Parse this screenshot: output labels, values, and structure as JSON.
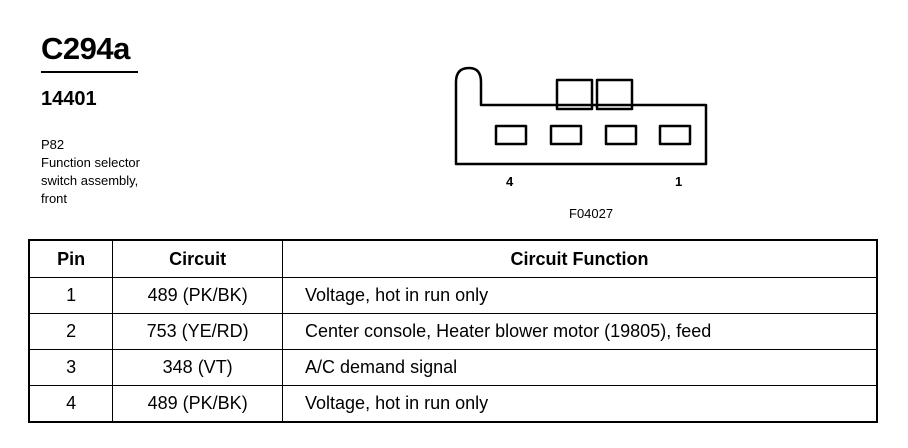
{
  "header": {
    "connector_id": "C294a",
    "part_number": "14401",
    "description_lines": [
      "P82",
      "Function selector",
      "switch assembly,",
      "front"
    ]
  },
  "diagram": {
    "pin_label_left": "4",
    "pin_label_right": "1",
    "figure_code": "F04027"
  },
  "table": {
    "headers": {
      "pin": "Pin",
      "circuit": "Circuit",
      "function": "Circuit Function"
    },
    "rows": [
      {
        "pin": "1",
        "circuit": "489 (PK/BK)",
        "function": "Voltage, hot in run only"
      },
      {
        "pin": "2",
        "circuit": "753 (YE/RD)",
        "function": "Center console, Heater blower motor (19805), feed"
      },
      {
        "pin": "3",
        "circuit": "348 (VT)",
        "function": "A/C demand signal"
      },
      {
        "pin": "4",
        "circuit": "489 (PK/BK)",
        "function": "Voltage, hot in run only"
      }
    ]
  }
}
